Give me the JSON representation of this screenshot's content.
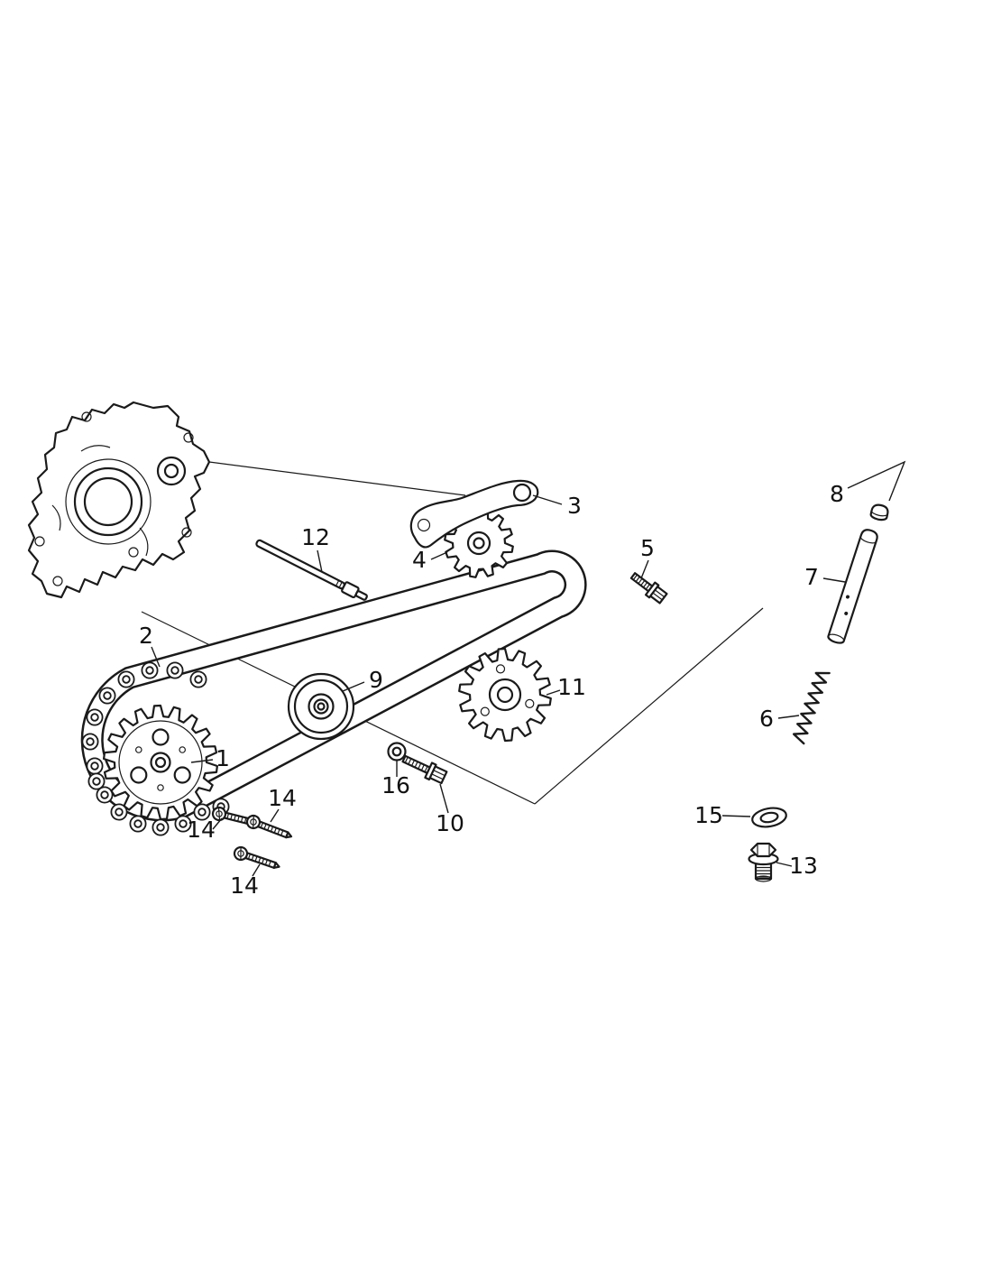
{
  "diagram": {
    "colors": {
      "background": "#ffffff",
      "line": "#1a1a1a",
      "label_text": "#111111"
    },
    "labels": {
      "l1": "1",
      "l2": "2",
      "l3": "3",
      "l4": "4",
      "l5": "5",
      "l6": "6",
      "l7": "7",
      "l8": "8",
      "l9": "9",
      "l10": "10",
      "l11": "11",
      "l12": "12",
      "l13": "13",
      "l14a": "14",
      "l14b": "14",
      "l14c": "14",
      "l15": "15",
      "l16": "16"
    }
  }
}
